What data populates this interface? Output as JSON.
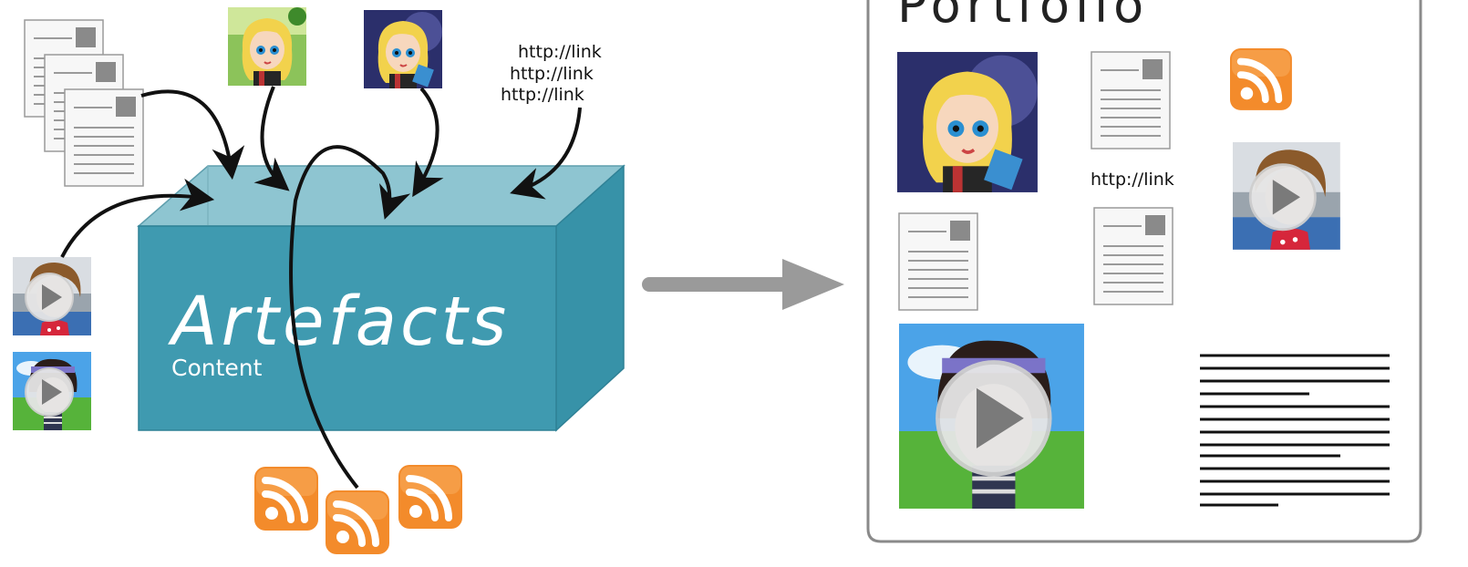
{
  "box": {
    "title": "Artefacts",
    "subtitle": "Content"
  },
  "links_left": [
    "http://link",
    "http://link",
    "http://link"
  ],
  "portfolio": {
    "title": "Portfolio",
    "link": "http://link"
  },
  "icons": {
    "document": "document-icon",
    "avatar": "avatar-image",
    "video": "video-play-icon",
    "rss": "rss-feed-icon"
  },
  "colors": {
    "box_front": "#3f9ab0",
    "box_top": "#8ec5d1",
    "box_side": "#3792a8",
    "rss": "#f38b2b",
    "arrow_gray": "#9a9a9a",
    "frame_border": "#8a8a8a"
  }
}
